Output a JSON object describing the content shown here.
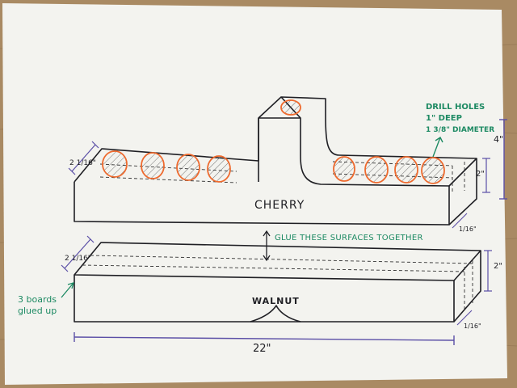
{
  "labels": {
    "cherry": "CHERRY",
    "walnut": "WALNUT",
    "glue_note": "GLUE THESE SURFACES TOGETHER",
    "drill_note_line1": "DRILL HOLES",
    "drill_note_line2": "1\" DEEP",
    "drill_note_line3": "1 3/8\" DIAMETER",
    "boards_note_line1": "3 boards",
    "boards_note_line2": "glued up",
    "dim_length": "22\"",
    "dim_top_height": "4\"",
    "dim_cherry_height": "2\"",
    "dim_walnut_height": "2\"",
    "dim_cherry_depth": "2 1/16\"",
    "dim_walnut_depth": "2 1/16\"",
    "dim_cherry_end": "1/16\"",
    "dim_walnut_end": "1/16\""
  },
  "colors": {
    "paper": "#f3f3ef",
    "ink": "#1f1f24",
    "hole_outline": "#ee6a2e",
    "green_ink": "#1d8a63",
    "purple_ink": "#5a4ea6",
    "wood": "#a98a63"
  }
}
